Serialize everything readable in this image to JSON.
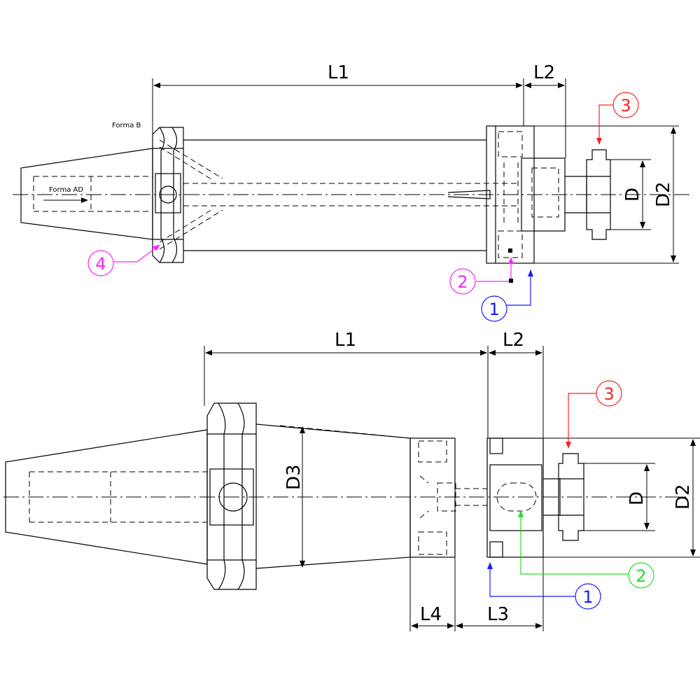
{
  "top_view": {
    "dims": {
      "l1": "L1",
      "l2": "L2",
      "d": "D",
      "d2": "D2"
    },
    "notes": {
      "forma_b": "Forma B",
      "forma_ad": "Forma AD"
    },
    "callouts": [
      {
        "num": "1",
        "color": "#1a1aff"
      },
      {
        "num": "2",
        "color": "#ff22ff"
      },
      {
        "num": "3",
        "color": "#ff2222"
      },
      {
        "num": "4",
        "color": "#ff22ff"
      }
    ]
  },
  "bottom_view": {
    "dims": {
      "l1": "L1",
      "l2": "L2",
      "l3": "L3",
      "l4": "L4",
      "d": "D",
      "d2": "D2",
      "d3": "D3"
    },
    "callouts": [
      {
        "num": "1",
        "color": "#1a1aff"
      },
      {
        "num": "2",
        "color": "#22dd22"
      },
      {
        "num": "3",
        "color": "#ff2222"
      }
    ]
  }
}
